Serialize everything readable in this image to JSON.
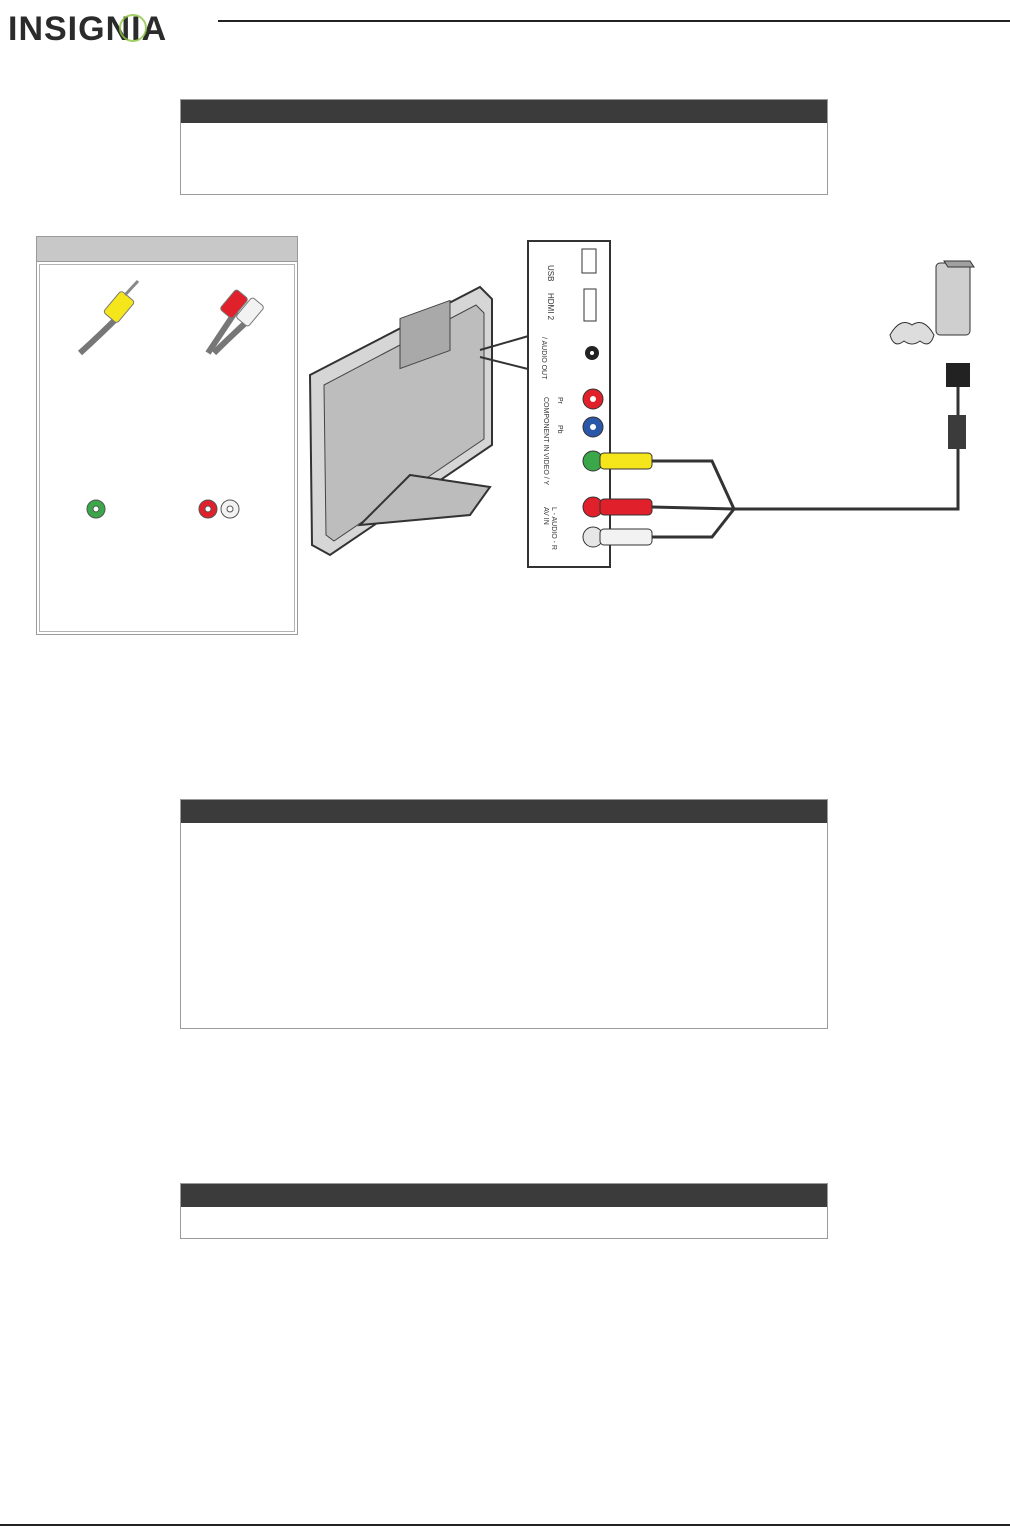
{
  "header": {
    "brand": "INSIGNIA"
  },
  "diagram": {
    "panel_labels": {
      "usb": "USB",
      "hdmi2": "HDMI 2",
      "audio_out": "/ AUDIO OUT",
      "component_in": "COMPONENT IN",
      "pr": "Pr",
      "pb": "Pb",
      "video_y": "VIDEO / Y",
      "av_in": "AV IN",
      "audio_lr": "L - AUDIO - R"
    }
  },
  "colors": {
    "bar_dark": "#3b3b3b",
    "bar_light": "#c8c8c8",
    "jack_yellow": "#f5e61c",
    "jack_red": "#e0202a",
    "jack_white": "#f2f2f2",
    "jack_green": "#3aa84a",
    "jack_blue": "#2a57a8"
  }
}
